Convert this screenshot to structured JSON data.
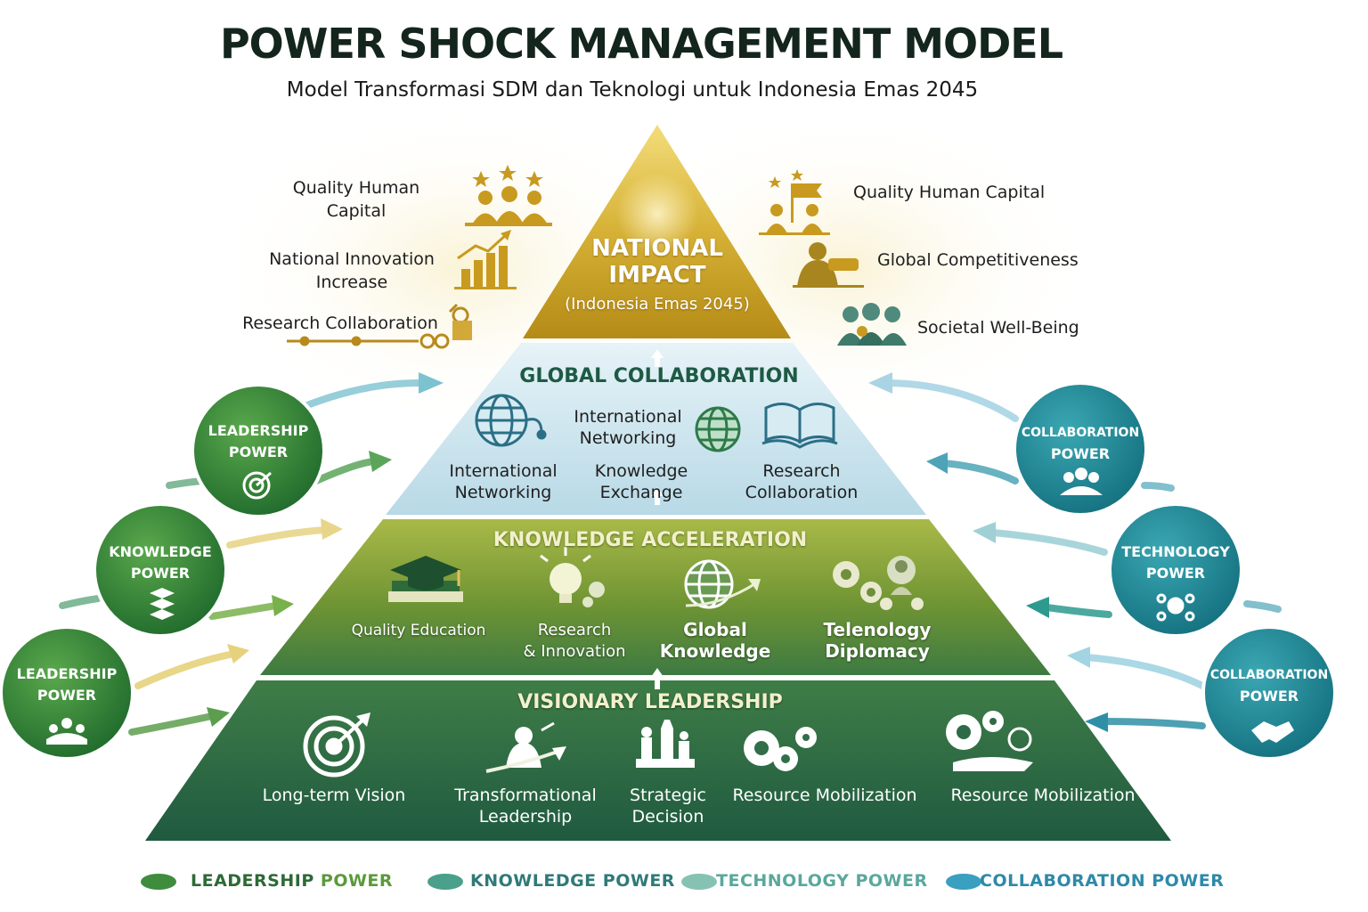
{
  "title": "POWER SHOCK MANAGEMENT MODEL",
  "subtitle": "Model Transformasi SDM dan Teknologi untuk Indonesia Emas 2045",
  "colors": {
    "top": "#c9a21e",
    "global": "#cfe6ef",
    "knowledge": "#7e9a2e",
    "visionary": "#2f6b45",
    "green_circle": "#3d8a3a",
    "teal_circle": "#1f8a9a"
  },
  "apex": {
    "title_line1": "NATIONAL",
    "title_line2": "IMPACT",
    "subtitle": "(Indonesia Emas 2045)"
  },
  "left_labels": [
    {
      "text1": "Quality Human",
      "text2": "Capital",
      "icon": "team-stars-icon"
    },
    {
      "text1": "National Innovation",
      "text2": "Increase",
      "icon": "growth-chart-icon"
    },
    {
      "text1": "Research Collaboration",
      "text2": "",
      "icon": "research-icon"
    }
  ],
  "right_labels": [
    {
      "text": "Quality Human Capital",
      "icon": "flag-team-icon"
    },
    {
      "text": "Global Competitiveness",
      "icon": "handshake-icon"
    },
    {
      "text": "Societal Well-Being",
      "icon": "community-icon"
    }
  ],
  "global": {
    "title": "GLOBAL COLLABORATION",
    "top_item": {
      "line1": "International",
      "line2": "Networking"
    },
    "items": [
      {
        "line1": "International",
        "line2": "Networking",
        "icon": "globe-network-icon"
      },
      {
        "line1": "Knowledge",
        "line2": "Exchange",
        "icon": "globe-icon"
      },
      {
        "line1": "Research",
        "line2": "Collaboration",
        "icon": "open-book-icon"
      }
    ]
  },
  "knowledge": {
    "title": "KNOWLEDGE ACCELERATION",
    "items": [
      {
        "line1": "Quality Education",
        "line2": "",
        "icon": "graduation-cap-icon"
      },
      {
        "line1": "Research",
        "line2": "& Innovation",
        "icon": "lightbulb-icon"
      },
      {
        "line1": "Global",
        "line2": "Knowledge",
        "icon": "globe-arrow-icon"
      },
      {
        "line1": "Telenology",
        "line2": "Diplomacy",
        "icon": "gears-people-icon"
      }
    ]
  },
  "visionary": {
    "title": "VISIONARY LEADERSHIP",
    "items": [
      {
        "line1": "Long-term Vision",
        "line2": "",
        "icon": "target-icon"
      },
      {
        "line1": "Transformational",
        "line2": "Leadership",
        "icon": "leader-arrow-icon"
      },
      {
        "line1": "Strategic",
        "line2": "Decision",
        "icon": "chess-icon"
      },
      {
        "line1": "Resource Mobilization",
        "line2": "",
        "icon": "gears-icon"
      },
      {
        "line1": "Resource Mobilization",
        "line2": "",
        "icon": "gear-hand-icon"
      }
    ]
  },
  "left_circles": [
    {
      "line1": "LEADERSHIP",
      "line2": "POWER",
      "icon": "target-icon"
    },
    {
      "line1": "KNOWLEDGE",
      "line2": "POWER",
      "icon": "blocks-icon"
    },
    {
      "line1": "LEADERSHIP",
      "line2": "POWER",
      "icon": "team-icon"
    }
  ],
  "right_circles": [
    {
      "line1": "COLLABORATION",
      "line2": "POWER",
      "icon": "people-icon"
    },
    {
      "line1": "TECHNOLOGY",
      "line2": "POWER",
      "icon": "network-icon"
    },
    {
      "line1": "COLLABORATION",
      "line2": "POWER",
      "icon": "handshake-icon"
    }
  ],
  "legend": [
    {
      "text1": "LEADERSHIP",
      "text2": "POWER",
      "color": "#3f8c3e"
    },
    {
      "text1": "KNOWLEDGE POWER",
      "text2": "",
      "color": "#4aa08a"
    },
    {
      "text1": "TECHNOLOGY POWER",
      "text2": "",
      "color": "#86c2b4"
    },
    {
      "text1": "COLLABORATION POWER",
      "text2": "",
      "color": "#3b9fbf"
    }
  ]
}
